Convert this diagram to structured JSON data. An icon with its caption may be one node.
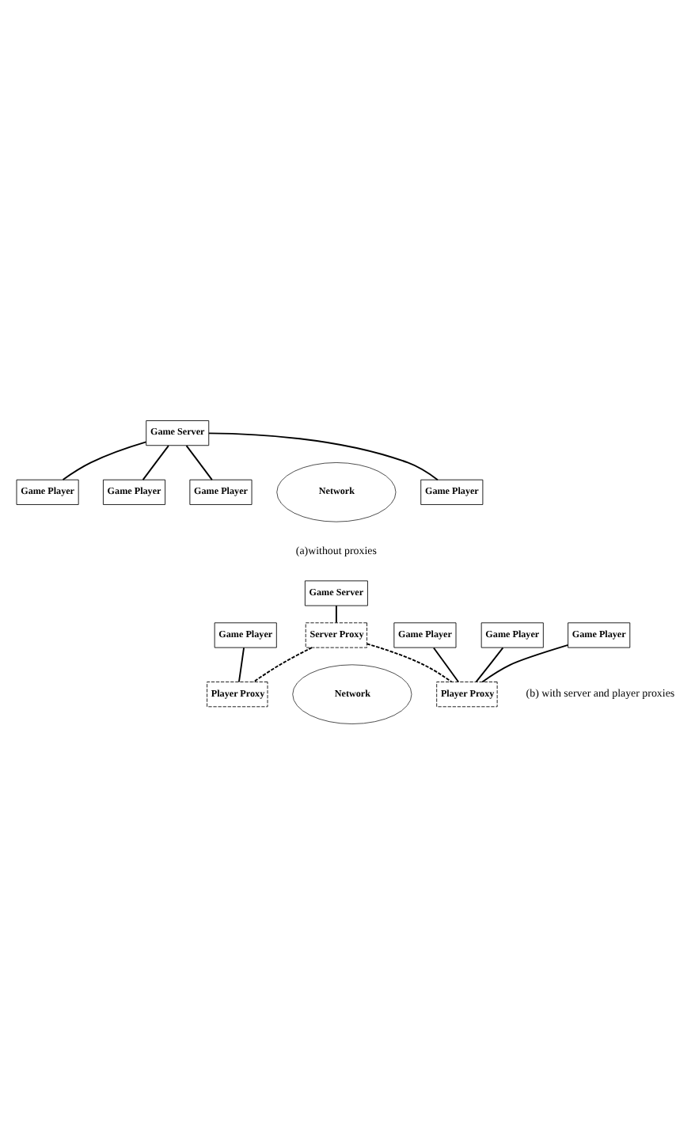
{
  "diagram": {
    "nodes": [
      {
        "text": [
          "Game Server"
        ]
      },
      {
        "text": [
          "Game Player"
        ]
      },
      {
        "text": [
          "Game Player"
        ]
      },
      {
        "text": [
          "Network"
        ]
      },
      {
        "text": [
          "Game Player"
        ]
      },
      {
        "text": [
          "Game Player"
        ]
      },
      {
        "text": [
          "Game Server"
        ]
      },
      {
        "text": [
          "Game Player"
        ]
      },
      {
        "text": [
          "Server Proxy"
        ]
      },
      {
        "text": [
          "Game Player"
        ]
      },
      {
        "text": [
          "Player Proxy"
        ]
      },
      {
        "text": [
          "Network"
        ]
      },
      {
        "text": [
          "Player Proxy"
        ]
      },
      {
        "text": [
          "Game Player"
        ]
      },
      {
        "text": [
          "Game Player"
        ]
      }
    ],
    "edges": [
      {
        "from": 0,
        "to": 1,
        "arrow": "none"
      },
      {
        "from": 0,
        "to": 2,
        "arrow": "none"
      },
      {
        "from": 0,
        "to": 4,
        "arrow": "none"
      },
      {
        "from": 0,
        "to": 5,
        "arrow": "none"
      },
      {
        "from": 6,
        "to": 8,
        "arrow": "none"
      },
      {
        "from": 7,
        "to": 10,
        "arrow": "none"
      },
      {
        "from": 8,
        "to": 10,
        "arrow": "none",
        "style": "dashed"
      },
      {
        "from": 8,
        "to": 12,
        "arrow": "none",
        "style": "dashed"
      },
      {
        "from": 9,
        "to": 12,
        "arrow": "none"
      },
      {
        "from": 13,
        "to": 12,
        "arrow": "none"
      },
      {
        "from": 14,
        "to": 12,
        "arrow": "none"
      }
    ],
    "labels": [
      "(a)without proxies",
      "(b) with server and player proxies"
    ]
  }
}
